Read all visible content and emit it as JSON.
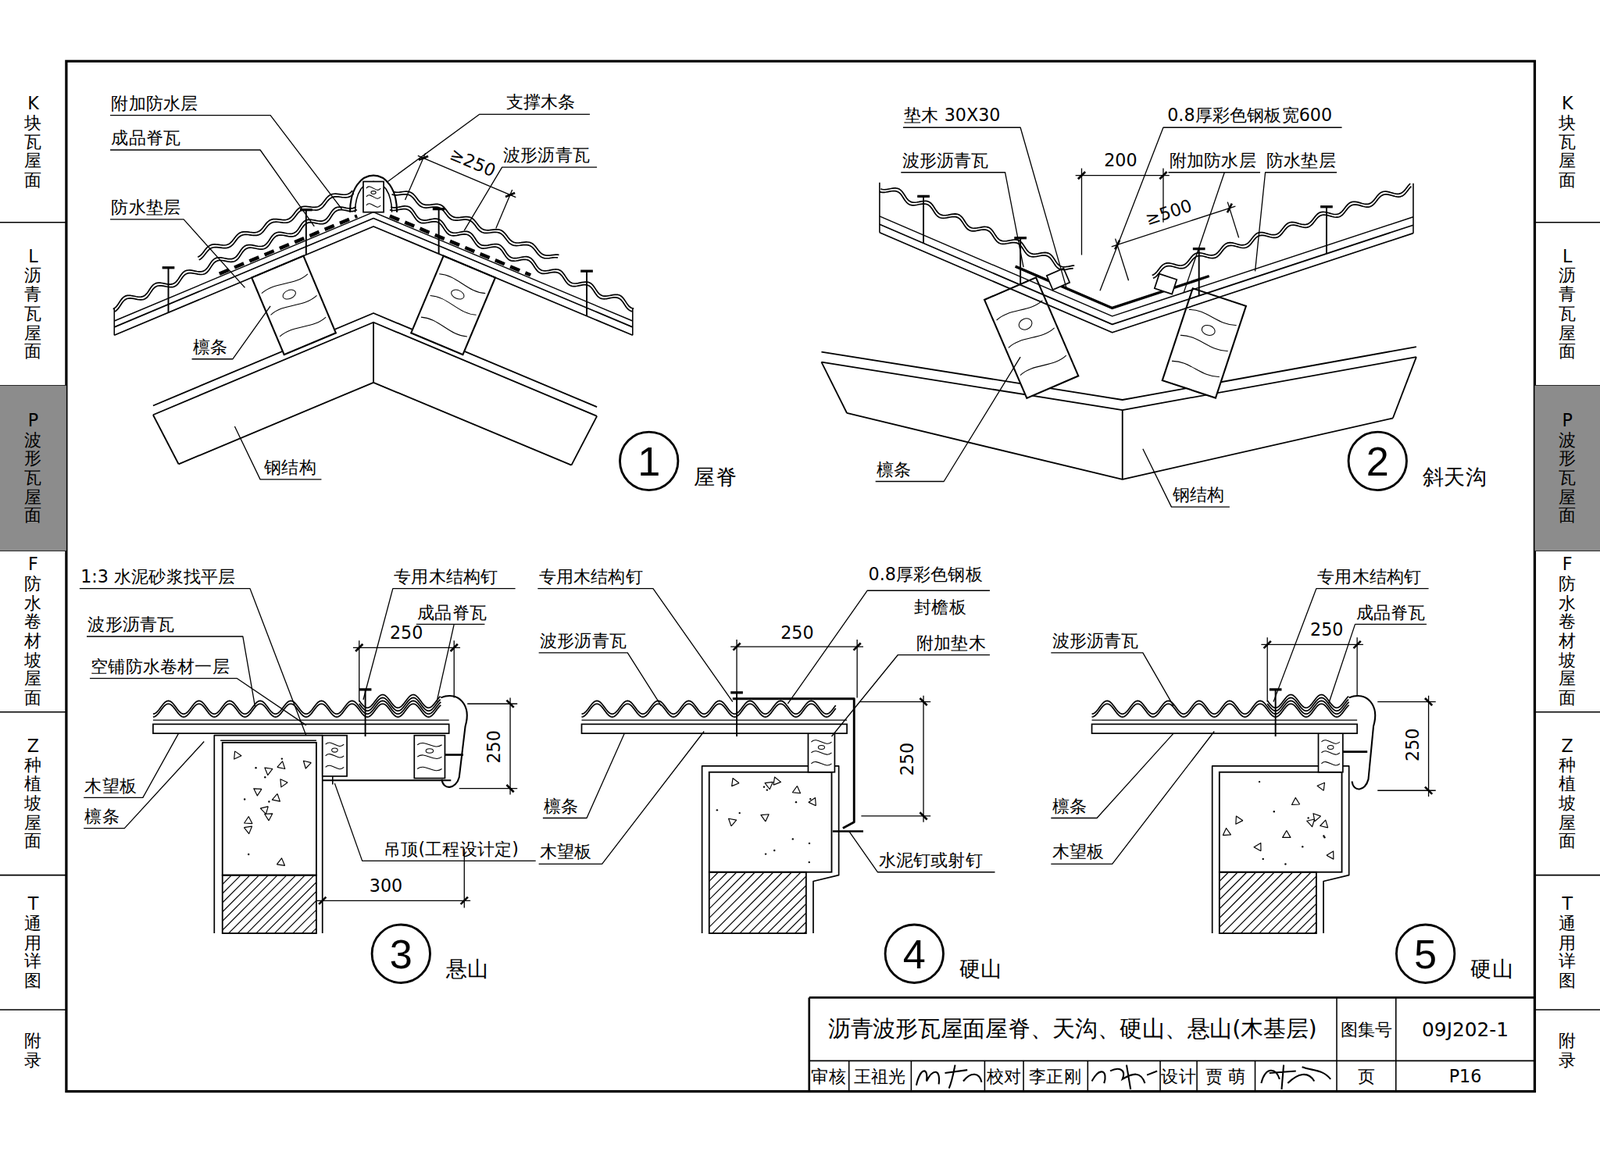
{
  "diagram": {
    "title": "沥青波形瓦屋面屋脊、天沟、硬山、悬山(木基层)",
    "nodes": [
      {
        "text": [
          "K",
          "块瓦屋面"
        ]
      },
      {
        "text": [
          "L",
          "沥青瓦屋面"
        ]
      },
      {
        "text": [
          "P",
          "波形瓦屋面"
        ]
      },
      {
        "text": [
          "F",
          "防水卷材坡屋面"
        ]
      },
      {
        "text": [
          "Z",
          "种植坡屋面"
        ]
      },
      {
        "text": [
          "T",
          "通用详图"
        ]
      },
      {
        "text": [
          "附录"
        ]
      },
      {
        "text": [
          "1",
          "屋脊"
        ]
      },
      {
        "text": [
          "2",
          "斜天沟"
        ]
      },
      {
        "text": [
          "3",
          "悬山"
        ]
      },
      {
        "text": [
          "4",
          "硬山"
        ]
      },
      {
        "text": [
          "5",
          "硬山"
        ]
      },
      {
        "text": [
          "K",
          "块瓦屋面"
        ]
      },
      {
        "text": [
          "L",
          "沥青瓦屋面"
        ]
      },
      {
        "text": [
          "P",
          "波形瓦屋面"
        ]
      },
      {
        "text": [
          "F",
          "防水卷材坡屋面"
        ]
      },
      {
        "text": [
          "Z",
          "种植坡屋面"
        ]
      },
      {
        "text": [
          "T",
          "通用详图"
        ]
      },
      {
        "text": [
          "附录"
        ]
      }
    ],
    "labels": [
      "附加防水层",
      "成品脊瓦",
      "防水垫层",
      "檩条",
      "钢结构",
      "支撑木条",
      "≥250",
      "波形沥青瓦",
      "垫木 30X30",
      "0.8厚彩色钢板宽600",
      "波形沥青瓦",
      "200",
      "附加防水层",
      "防水垫层",
      "≥500",
      "檩条",
      "钢结构",
      "1:3 水泥砂浆找平层",
      "专用木结构钉",
      "成品脊瓦",
      "250",
      "波形沥青瓦",
      "空铺防水卷材一层",
      "250",
      "木望板",
      "檩条",
      "吊顶(工程设计定)",
      "300",
      "专用木结构钉",
      "0.8厚彩色钢板",
      "封檐板",
      "250",
      "波形沥青瓦",
      "附加垫木",
      "250",
      "檩条",
      "木望板",
      "水泥钉或射钉",
      "专用木结构钉",
      "成品脊瓦",
      "250",
      "波形沥青瓦",
      "250",
      "檩条",
      "木望板",
      "图集号",
      "09J202-1",
      "审核",
      "王祖光",
      "校对",
      "李正刚",
      "设计",
      "贾 萌",
      "页",
      "P16"
    ]
  }
}
